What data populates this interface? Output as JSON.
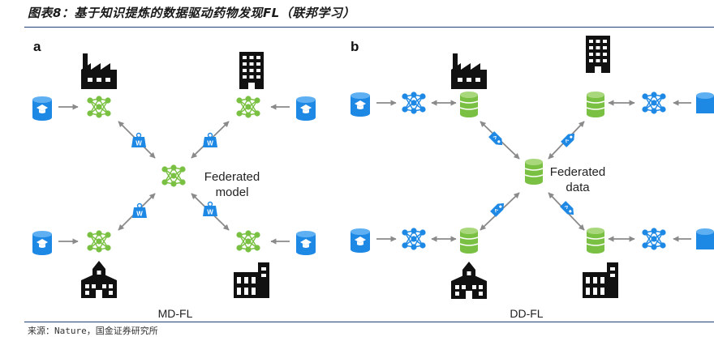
{
  "figure": {
    "title": "图表8：基于知识提炼的数据驱动药物发现FL（联邦学习）",
    "source": "来源：Nature，国金证券研究所"
  },
  "panel_a": {
    "letter": "a",
    "center_label": [
      "Federated",
      "model"
    ],
    "caption": "MD-FL",
    "weight_badge": "W"
  },
  "panel_b": {
    "letter": "b",
    "center_label": [
      "Federated",
      "data"
    ],
    "caption": "DD-FL"
  },
  "colors": {
    "green": "#7ac143",
    "blue": "#1e88e5",
    "gray_arrow": "#8a8a8a",
    "rule": "#1f3f7a",
    "icon_black": "#111111"
  }
}
